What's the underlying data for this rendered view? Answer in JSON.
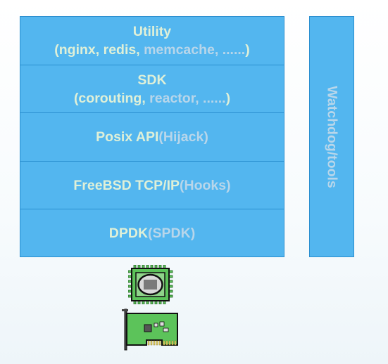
{
  "layers": [
    {
      "main": "Utility",
      "line2_a": "(nginx, redis, ",
      "line2_b": "memcache, ......",
      "line2_c": ")"
    },
    {
      "main": "SDK",
      "line2_a": "(corouting, ",
      "line2_b": "reactor, ......",
      "line2_c": ")"
    },
    {
      "main": "Posix API",
      "extra": "(Hijack)"
    },
    {
      "main": "FreeBSD TCP/IP",
      "extra": "(Hooks)"
    },
    {
      "main": "DPDK",
      "extra": "(SPDK)"
    }
  ],
  "sidebar": {
    "label": "Watchdog/tools"
  },
  "icons": [
    "cpu-chip-icon",
    "network-card-icon"
  ],
  "colors": {
    "layer_fill": "#53b6ef",
    "border": "#2a8fd0",
    "text": "#dff0d8",
    "text_highlight": "#b8d6ea",
    "chip_green": "#5cc35a"
  }
}
